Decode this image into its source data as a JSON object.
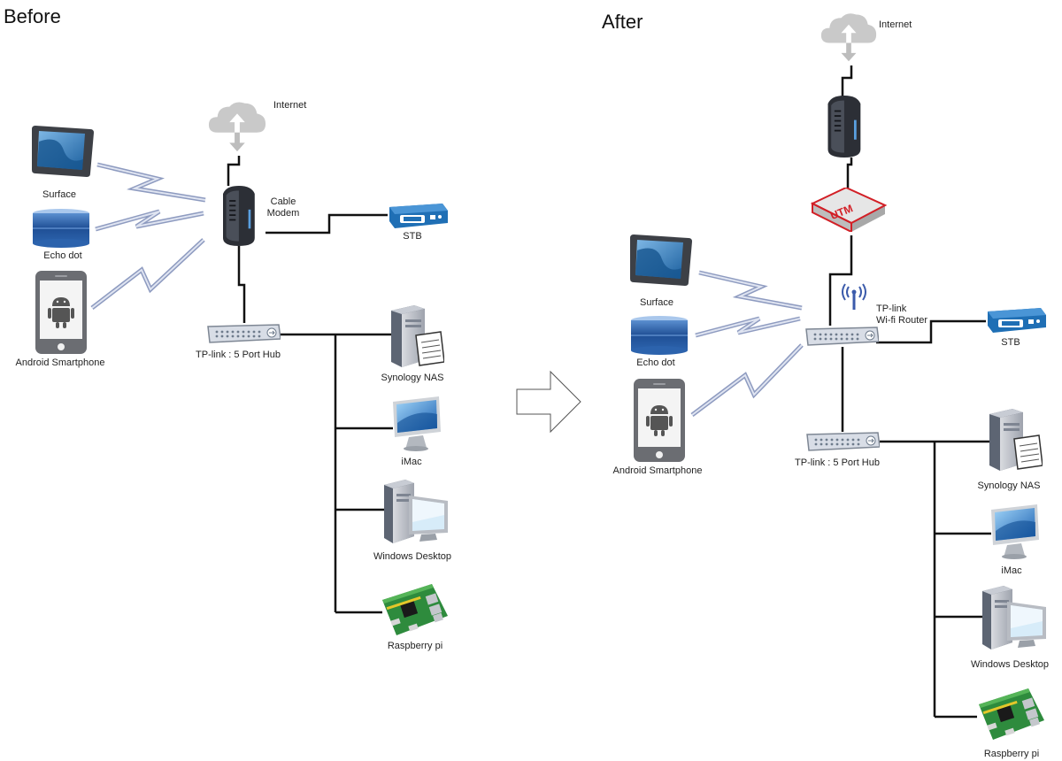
{
  "before": {
    "title": "Before",
    "internet": "Internet",
    "modem": "Cable\nModem",
    "stb": "STB",
    "surface": "Surface",
    "echo": "Echo dot",
    "android": "Android Smartphone",
    "hub": "TP-link : 5 Port Hub",
    "nas": "Synology NAS",
    "imac": "iMac",
    "windows": "Windows Desktop",
    "rpi": "Raspberry pi"
  },
  "after": {
    "title": "After",
    "internet": "Internet",
    "utm": "UTM",
    "router": "TP-link\nWi-fi Router",
    "stb": "STB",
    "surface": "Surface",
    "echo": "Echo dot",
    "android": "Android Smartphone",
    "hub": "TP-link : 5 Port Hub",
    "nas": "Synology NAS",
    "imac": "iMac",
    "windows": "Windows Desktop",
    "rpi": "Raspberry pi"
  },
  "colors": {
    "wire": "#111111",
    "wireless": "#8e9bc0",
    "cloud": "#c8c8c8",
    "device_blue": "#1f6fb5",
    "utm_red": "#d21f26"
  },
  "icons": [
    "cloud-upload-icon",
    "modem-icon",
    "set-top-box-icon",
    "tablet-icon",
    "smart-speaker-icon",
    "android-phone-icon",
    "network-hub-icon",
    "server-icon",
    "imac-icon",
    "desktop-pc-icon",
    "raspberry-pi-icon",
    "utm-firewall-icon",
    "wifi-router-icon",
    "arrow-right-icon"
  ]
}
